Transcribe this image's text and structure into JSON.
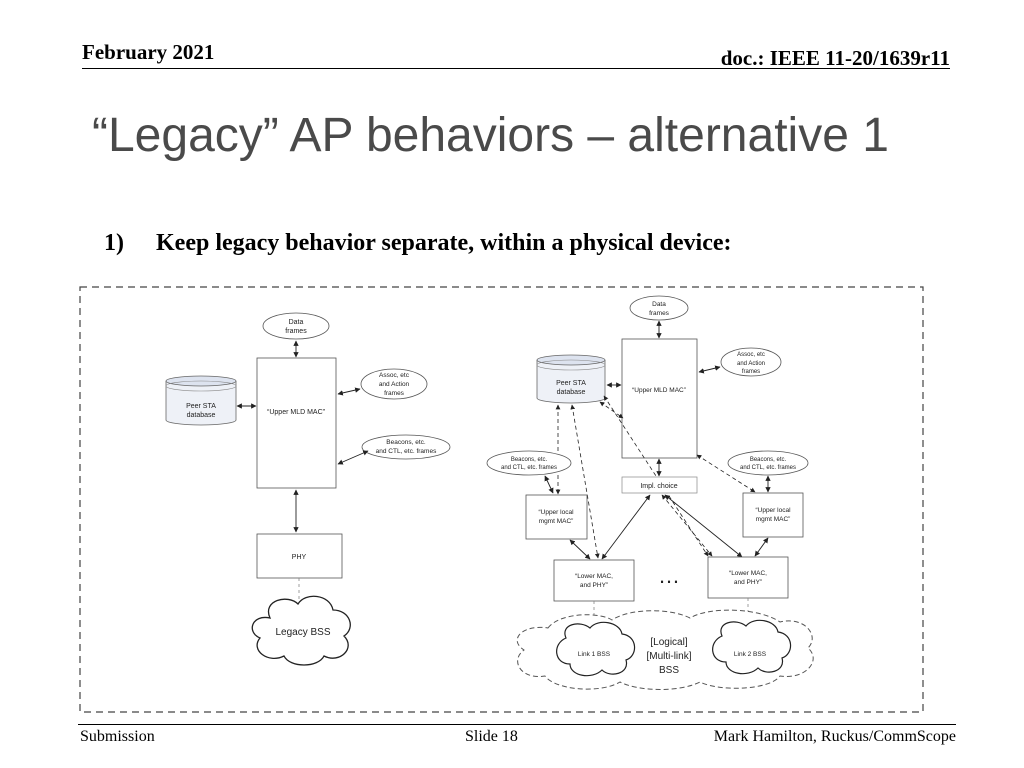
{
  "header": {
    "date": "February 2021",
    "doc": "doc.: IEEE 11-20/1639r11"
  },
  "slide": {
    "title": "“Legacy” AP behaviors – alternative 1",
    "bullet_number": "1)",
    "bullet_text": "Keep legacy behavior separate, within a physical device:"
  },
  "diagram": {
    "left": {
      "data_frames": [
        "Data",
        "frames"
      ],
      "assoc_frames": [
        "Assoc, etc",
        "and Action",
        "frames"
      ],
      "beacons": [
        "Beacons, etc.",
        "and CTL, etc. frames"
      ],
      "peer_sta_db": [
        "Peer STA",
        "database"
      ],
      "upper_mld_mac": "“Upper MLD MAC”",
      "phy": "PHY",
      "legacy_bss": "Legacy BSS"
    },
    "right": {
      "data_frames": [
        "Data",
        "frames"
      ],
      "assoc_frames": [
        "Assoc, etc",
        "and Action",
        "frames"
      ],
      "beacons_left": [
        "Beacons, etc.",
        "and CTL, etc. frames"
      ],
      "beacons_right": [
        "Beacons, etc.",
        "and CTL, etc. frames"
      ],
      "peer_sta_db": [
        "Peer STA",
        "database"
      ],
      "upper_mld_mac": "“Upper MLD MAC”",
      "impl_choice": "Impl. choice",
      "upper_local_left": [
        "“Upper local",
        "mgmt MAC”"
      ],
      "upper_local_right": [
        "“Upper local",
        "mgmt MAC”"
      ],
      "lower_mac_left": [
        "“Lower MAC,",
        "and PHY”"
      ],
      "lower_mac_right": [
        "“Lower MAC,",
        "and PHY”"
      ],
      "ellipsis": "…",
      "link1": "Link 1 BSS",
      "link2": "Link 2 BSS",
      "logical_bss": [
        "[Logical]",
        "[Multi-link]",
        "BSS"
      ]
    }
  },
  "footer": {
    "left": "Submission",
    "center": "Slide 18",
    "right": "Mark Hamilton, Ruckus/CommScope"
  }
}
